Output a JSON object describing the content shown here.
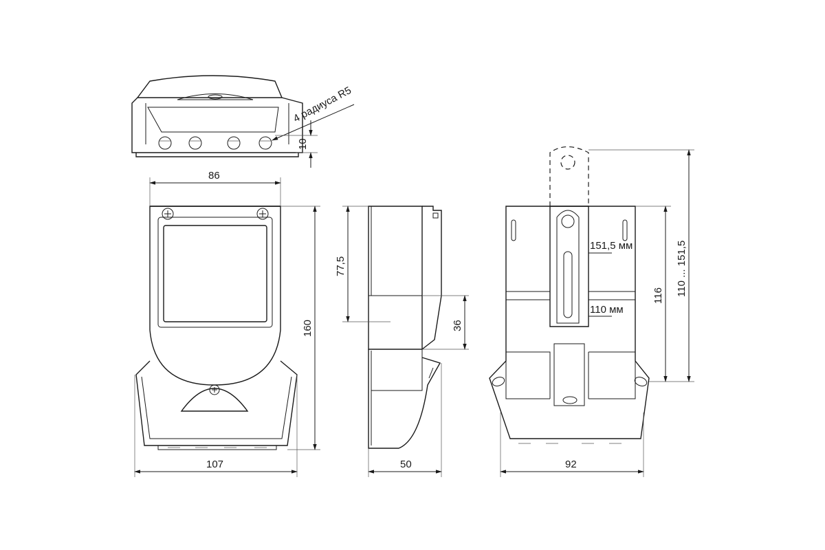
{
  "colors": {
    "line": "#1a1a1a",
    "background": "#ffffff"
  },
  "dimensions": {
    "top_note": "4 радиуса R5",
    "top_height": "10",
    "front_inner_width": "86",
    "front_outer_width": "107",
    "front_height": "160",
    "side_upper": "77,5",
    "side_middle": "36",
    "side_width": "50",
    "back_width": "92",
    "back_mount_height": "116",
    "back_range": "110 ... 151,5",
    "back_upper_label": "151,5 мм",
    "back_lower_label": "110 мм"
  }
}
